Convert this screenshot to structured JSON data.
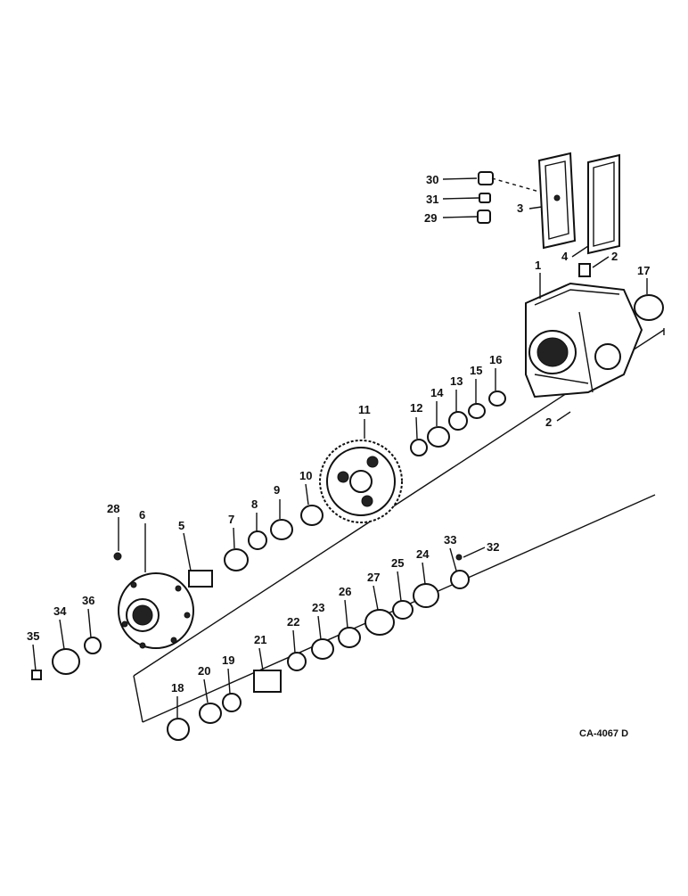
{
  "figure_code": "CA-4067 D",
  "callouts": [
    "1",
    "2",
    "3",
    "4",
    "5",
    "6",
    "7",
    "8",
    "9",
    "10",
    "11",
    "12",
    "13",
    "14",
    "15",
    "16",
    "17",
    "18",
    "19",
    "20",
    "21",
    "22",
    "23",
    "24",
    "25",
    "26",
    "27",
    "28",
    "29",
    "30",
    "31",
    "32",
    "33",
    "34",
    "35",
    "36"
  ],
  "second_callout_2": "2"
}
